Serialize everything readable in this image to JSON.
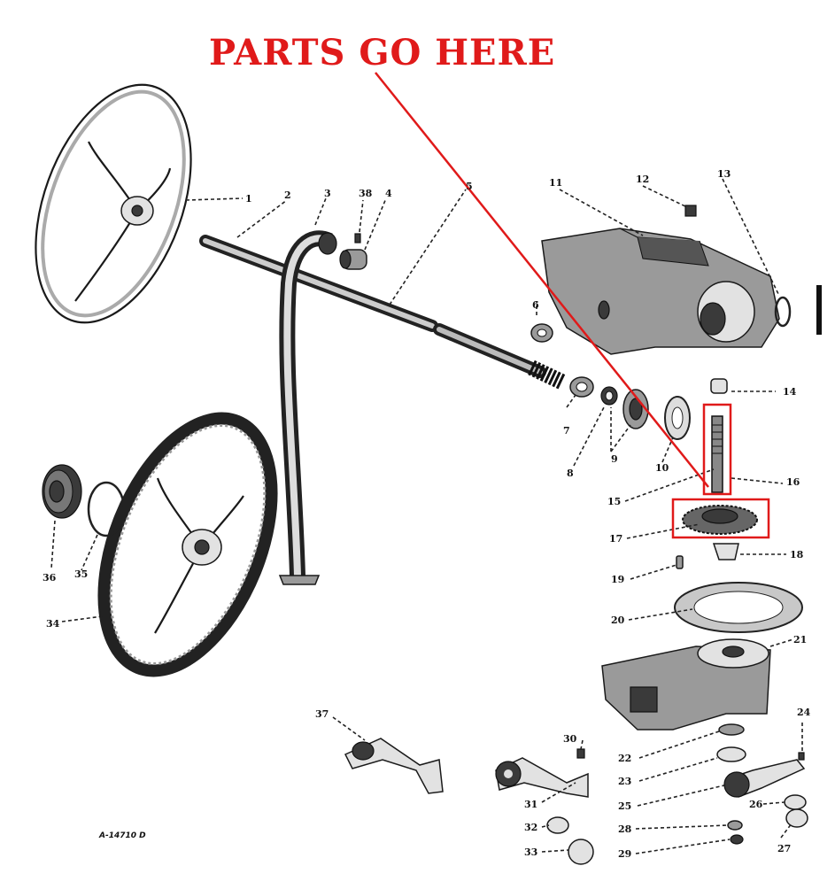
{
  "annotation": {
    "title": "PARTS GO HERE",
    "color": "#e01a1a"
  },
  "drawing_code": "A-14710 D",
  "callouts": [
    "1",
    "2",
    "3",
    "38",
    "4",
    "5",
    "6",
    "7",
    "8",
    "9",
    "10",
    "11",
    "12",
    "13",
    "14",
    "15",
    "16",
    "17",
    "18",
    "19",
    "20",
    "21",
    "22",
    "23",
    "24",
    "25",
    "26",
    "27",
    "28",
    "29",
    "30",
    "31",
    "32",
    "33",
    "34",
    "35",
    "36"
  ]
}
